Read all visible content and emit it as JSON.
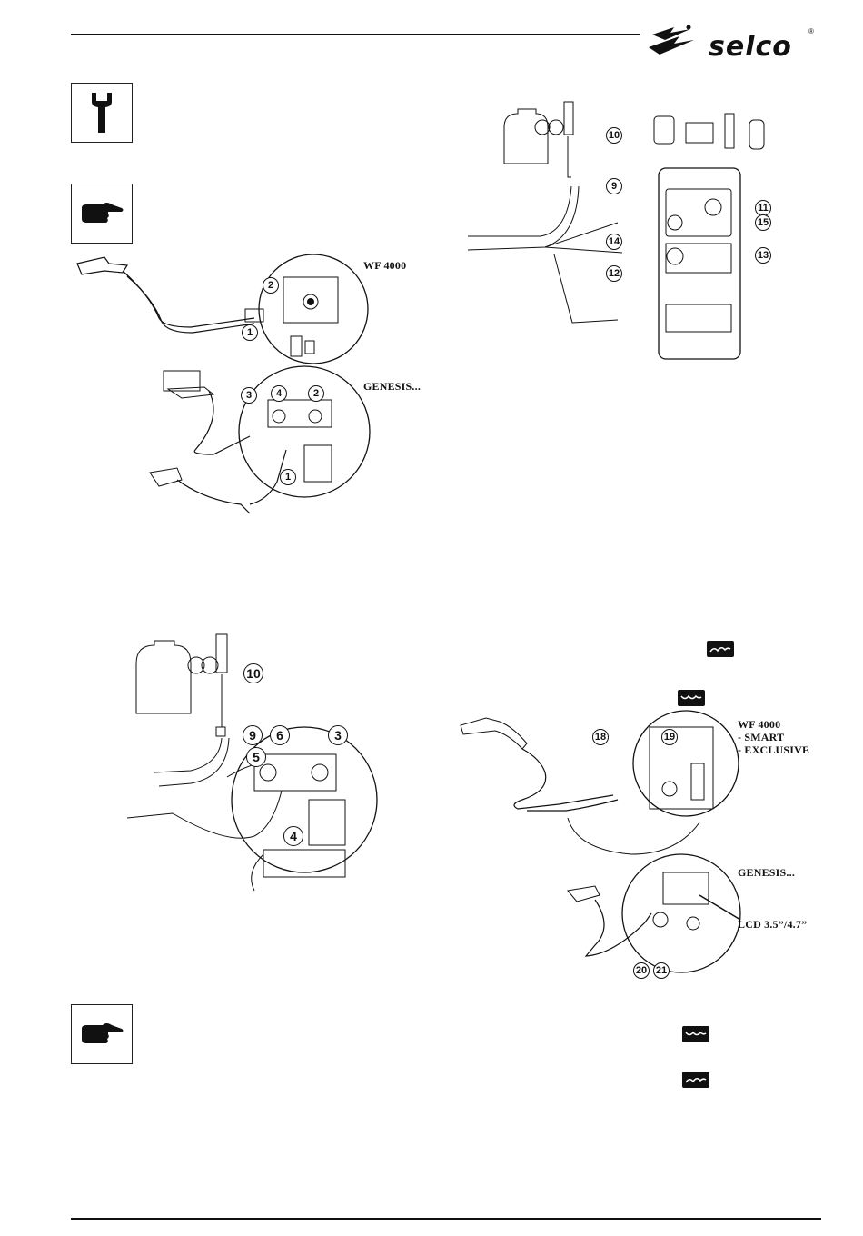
{
  "header": {
    "brand": "selco",
    "brand_mark": "®"
  },
  "labels": {
    "wf4000_top": "WF 4000",
    "genesis_top": "GENESIS...",
    "wf4000_right": "WF 4000",
    "smart": "- SMART",
    "exclusive": "- EXCLUSIVE",
    "genesis_right": "GENESIS...",
    "lcd": "LCD 3.5”/4.7”"
  },
  "callouts": {
    "fig1": [
      "1",
      "2"
    ],
    "fig2": [
      "3",
      "4",
      "2",
      "1"
    ],
    "fig3": [
      "10",
      "9",
      "11",
      "15",
      "14",
      "13",
      "12"
    ],
    "fig4": [
      "10",
      "9",
      "6",
      "3",
      "5",
      "4"
    ],
    "fig5": [
      "18",
      "19",
      "20",
      "21"
    ]
  },
  "icons": {
    "tool": "wrench-icon",
    "note": "pointing-hand-icon"
  }
}
